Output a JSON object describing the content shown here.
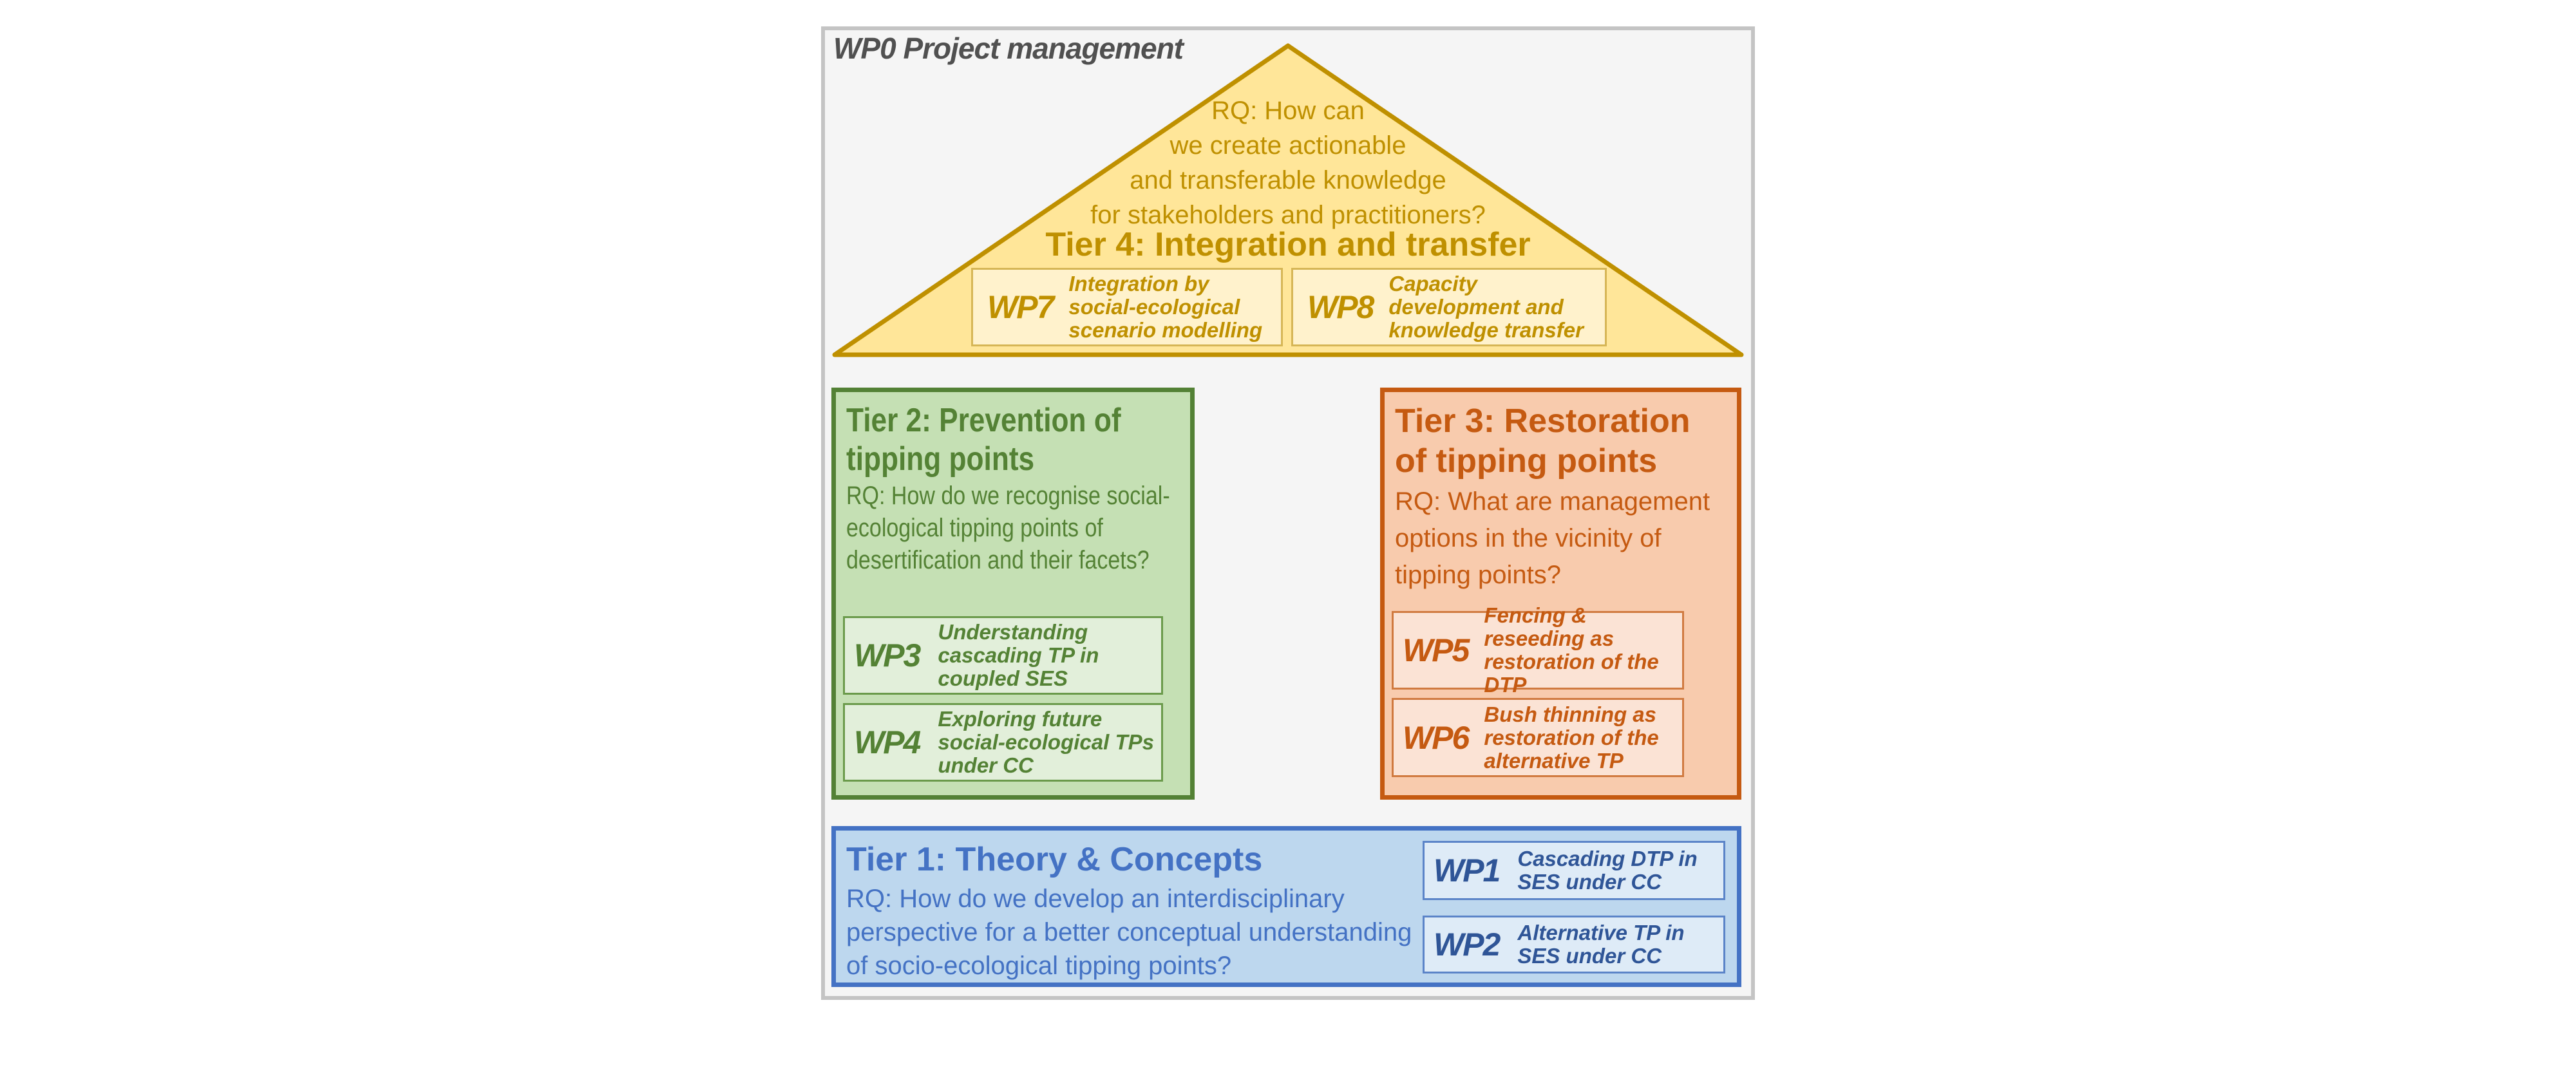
{
  "wp0": {
    "label": "WP0 Project management"
  },
  "tier4": {
    "rq_lines": [
      "RQ: How can",
      "we create actionable",
      "and transferable knowledge",
      "for stakeholders and practitioners?"
    ],
    "title": "Tier 4: Integration and transfer",
    "wps": [
      {
        "code": "WP7",
        "desc": "Integration by social-ecological scenario modelling"
      },
      {
        "code": "WP8",
        "desc": "Capacity development and knowledge transfer"
      }
    ]
  },
  "tier2": {
    "title": "Tier 2: Prevention of tipping points",
    "rq": "RQ: How do we recognise social-ecological tipping points of desertification and their facets?",
    "wps": [
      {
        "code": "WP3",
        "desc": "Understanding cascading TP in coupled SES"
      },
      {
        "code": "WP4",
        "desc": "Exploring future social-ecological TPs under CC"
      }
    ]
  },
  "tier3": {
    "title": "Tier 3: Restoration of tipping points",
    "rq": "RQ: What are management options in the vicinity of tipping points?",
    "wps": [
      {
        "code": "WP5",
        "desc": "Fencing & reseeding as restoration of the DTP"
      },
      {
        "code": "WP6",
        "desc": "Bush thinning as restoration of the alternative TP"
      }
    ]
  },
  "tier1": {
    "title": "Tier 1: Theory & Concepts",
    "rq": "RQ: How do we develop an interdisciplinary perspective for a better conceptual understanding of socio-ecological tipping points?",
    "wps": [
      {
        "code": "WP1",
        "desc": "Cascading DTP in SES under CC"
      },
      {
        "code": "WP2",
        "desc": "Alternative TP in SES under CC"
      }
    ]
  },
  "colors": {
    "tier1": "#4472c4",
    "tier2": "#538135",
    "tier3": "#c55a11",
    "tier4": "#bf9000",
    "frame": "#c4c4c4"
  }
}
